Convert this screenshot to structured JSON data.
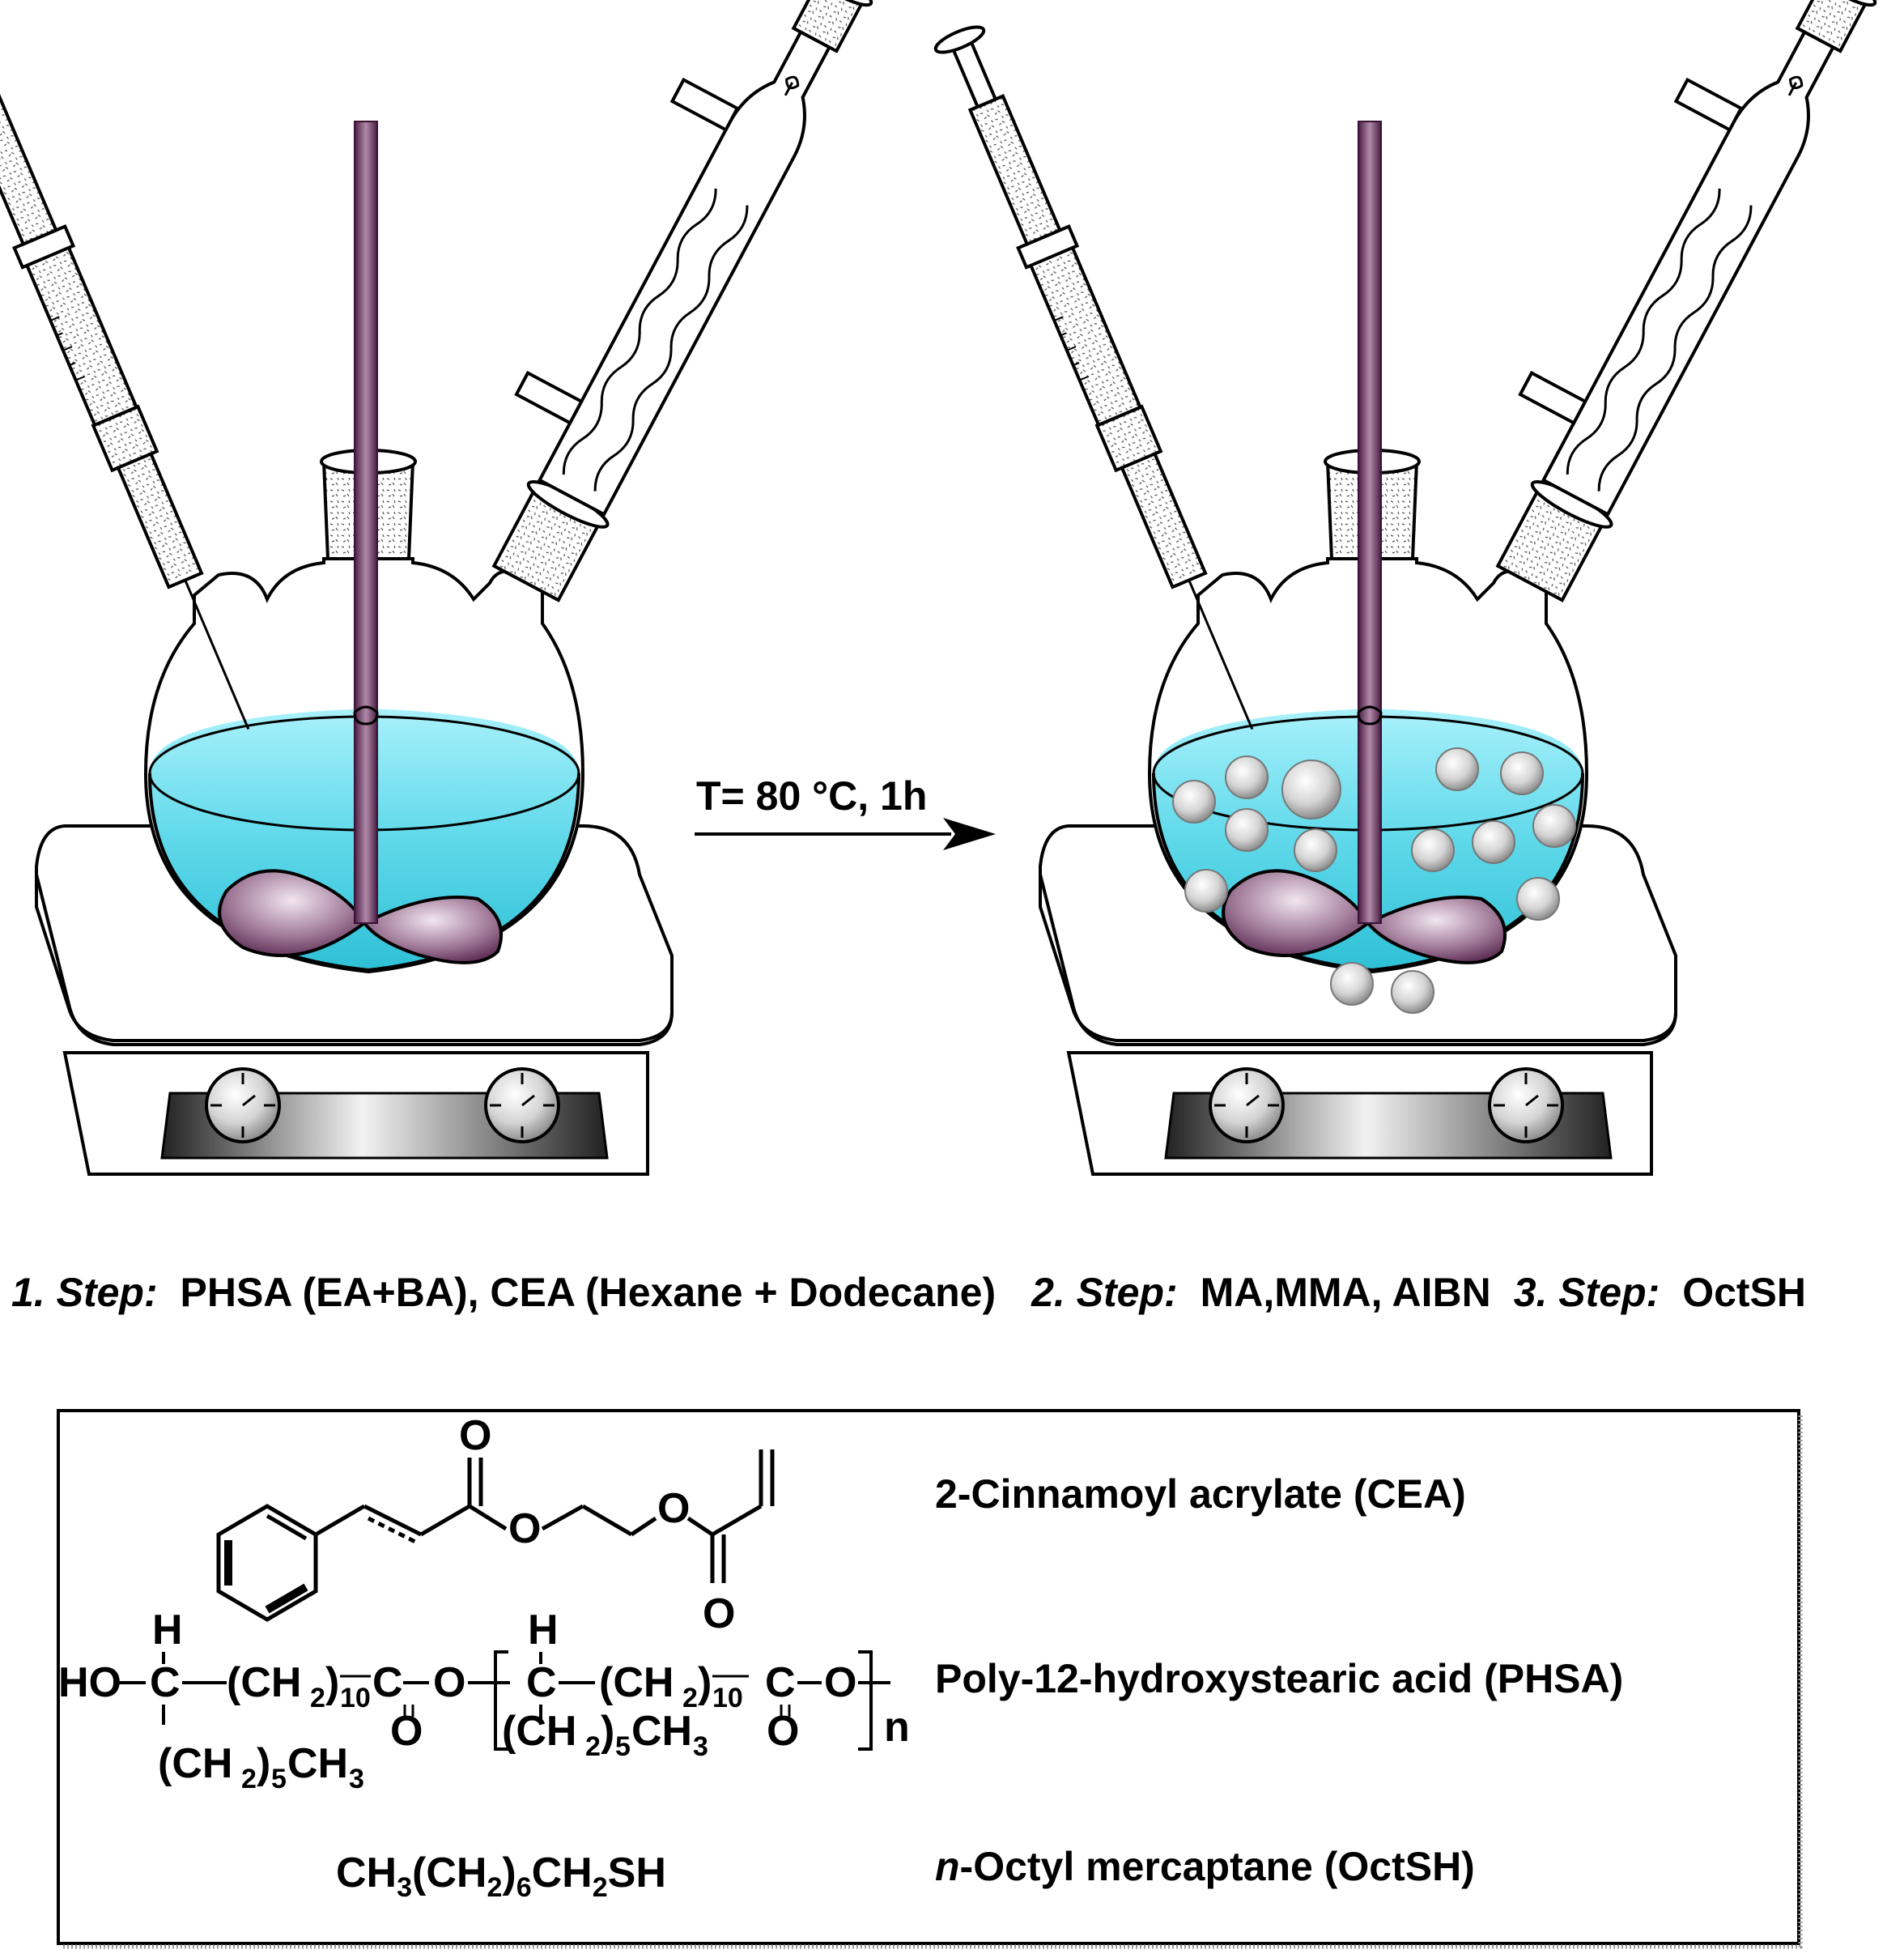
{
  "reaction_arrow": {
    "condition": "T= 80 °C, 1h"
  },
  "steps_caption": {
    "step1_label": "1. Step:",
    "step1_text": "PHSA (EA+BA), CEA (Hexane + Dodecane)",
    "step2_label": "2. Step:",
    "step2_text": "MA,MMA, AIBN",
    "step3_label": "3. Step:",
    "step3_text": "OctSH"
  },
  "legend": {
    "cea": {
      "name": "2-Cinnamoyl acrylate (CEA)"
    },
    "phsa": {
      "name": "Poly-12-hydroxystearic acid (PHSA)"
    },
    "octsh": {
      "name_prefix": "n",
      "name_rest": "-Octyl mercaptane (OctSH)",
      "formula": "CH3(CH2)6CH2SH"
    }
  },
  "colors": {
    "liquid": "#5fd6e8",
    "stirrer": "#6b2f60",
    "particle": "#c8c8c8"
  }
}
